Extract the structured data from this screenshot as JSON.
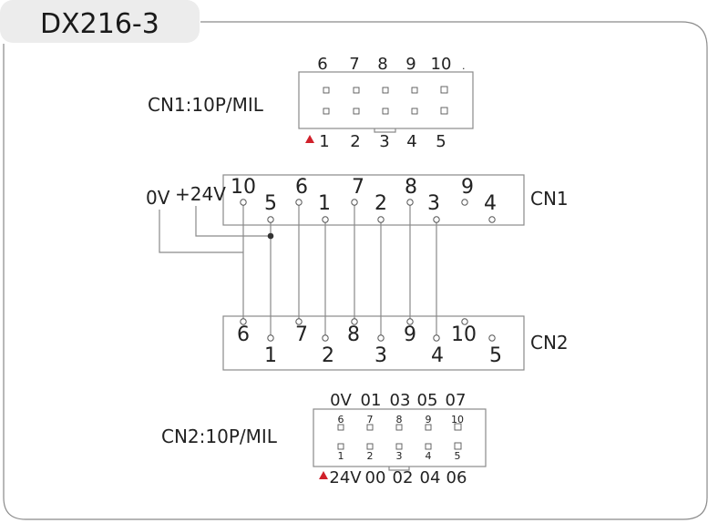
{
  "title": "DX216-3",
  "cn1_header": {
    "label": "CN1:10P/MIL",
    "top_numbers": [
      "6",
      "7",
      "8",
      "9",
      "10"
    ],
    "top_extra": ".",
    "bottom_numbers": [
      "1",
      "2",
      "3",
      "4",
      "5"
    ]
  },
  "cn1_terminal": {
    "label": "CN1",
    "top_numbers": [
      "10",
      "6",
      "7",
      "8",
      "9"
    ],
    "bottom_numbers": [
      "5",
      "1",
      "2",
      "3",
      "4"
    ],
    "ov_label": "0V",
    "v24_label": "+24V"
  },
  "cn2_terminal": {
    "label": "CN2",
    "top_numbers": [
      "6",
      "7",
      "8",
      "9",
      "10"
    ],
    "bottom_numbers": [
      "1",
      "2",
      "3",
      "4",
      "5"
    ]
  },
  "cn2_header": {
    "label": "CN2:10P/MIL",
    "top_labels": [
      "0V",
      "01",
      "03",
      "05",
      "07"
    ],
    "inner_top": [
      "6",
      "7",
      "8",
      "9",
      "10"
    ],
    "inner_bottom": [
      "1",
      "2",
      "3",
      "4",
      "5"
    ],
    "bottom_labels": [
      "24V",
      "00",
      "02",
      "04",
      "06"
    ]
  },
  "colors": {
    "marker": "#d0202a",
    "line": "#8a8a8a",
    "title_bg": "#ececec"
  }
}
